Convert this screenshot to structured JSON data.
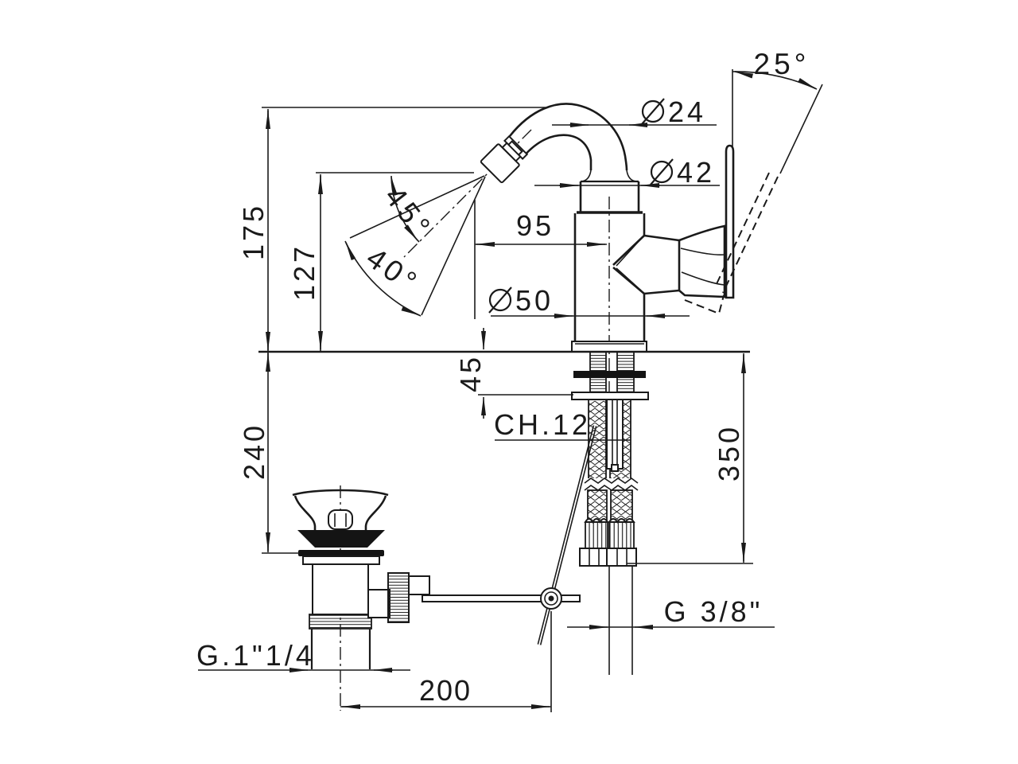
{
  "drawing": {
    "kind": "technical-dimension-drawing",
    "colors": {
      "line": "#1a1a1a",
      "background": "#ffffff"
    }
  },
  "dimensions": {
    "height_overall": "175",
    "spout_height": "127",
    "spout_reach": "95",
    "deck_thickness": "45",
    "drain_depth": "240",
    "hose_length": "350",
    "rod_reach": "200"
  },
  "angles": {
    "handle_swing": "25°",
    "spray_axis": "45°",
    "spray_cone": "40°"
  },
  "diameters": {
    "symbol": "Ø",
    "spout": "24",
    "upper_body": "42",
    "base": "50"
  },
  "threads": {
    "supply": "G 3/8\"",
    "waste": "G.1\"1/4"
  },
  "labels": {
    "wrench_size": "CH.12"
  }
}
